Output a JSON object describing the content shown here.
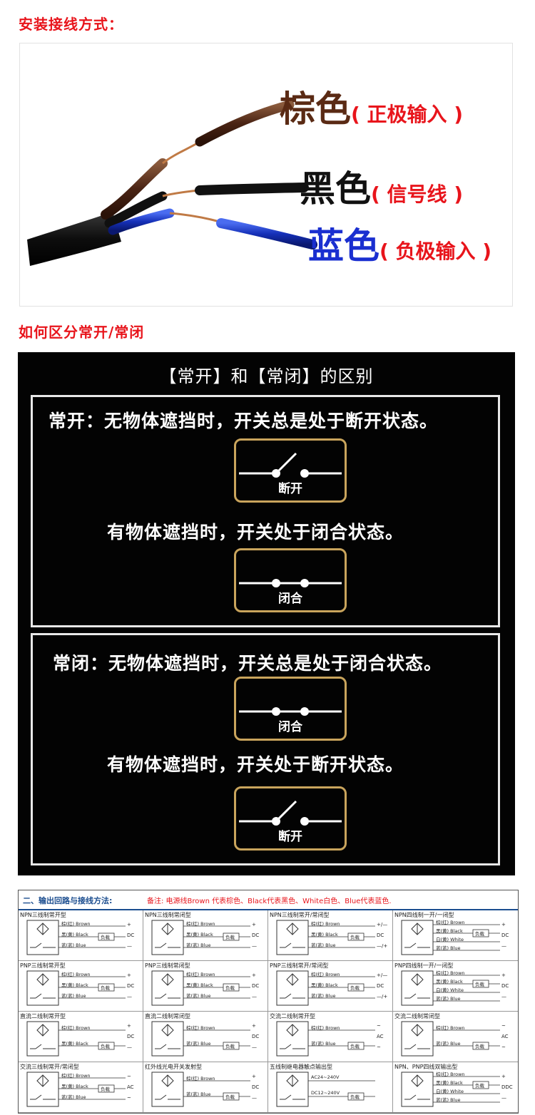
{
  "install": {
    "title": "安装接线方式：",
    "brown": {
      "color": "棕色",
      "desc": "( 正极输入 )"
    },
    "black": {
      "color": "黑色",
      "desc": "( 信号线 )"
    },
    "blue": {
      "color": "蓝色",
      "desc": "( 负极输入 )"
    }
  },
  "distinguish": {
    "title": "如何区分常开/常闭",
    "panel_title": "【常开】和【常闭】的区别",
    "no": {
      "line1": "常开：无物体遮挡时，开关总是处于断开状态。",
      "state1": "断开",
      "line2": "有物体遮挡时，开关处于闭合状态。",
      "state2": "闭合"
    },
    "nc": {
      "line1": "常闭：无物体遮挡时，开关总是处于闭合状态。",
      "state1": "闭合",
      "line2": "有物体遮挡时，开关处于断开状态。",
      "state2": "断开"
    }
  },
  "wiring": {
    "heading": "二、输出回路与接线方法:",
    "note": "备注: 电源线Brown 代表棕色、Black代表黑色、White白色、Blue代表蓝色.",
    "cells": [
      {
        "title": "NPN三线制常开型",
        "wires": [
          "棕(红) Brown",
          "黑(黄) Black",
          "蓝(蓝) Blue"
        ],
        "symbols": [
          "+",
          "DC",
          "—"
        ]
      },
      {
        "title": "NPN三线制常闭型",
        "wires": [
          "棕(红) Brown",
          "黑(黄) Black",
          "蓝(蓝) Blue"
        ],
        "symbols": [
          "+",
          "DC",
          "—"
        ]
      },
      {
        "title": "NPN三线制常开/常闭型",
        "wires": [
          "棕(红) Brown",
          "黑(黄) Black",
          "蓝(蓝) Blue"
        ],
        "symbols": [
          "+/—",
          "DC",
          "—/+"
        ]
      },
      {
        "title": "NPN四线制一开/一闭型",
        "wires": [
          "棕(红) Brown",
          "黑(黄) Black",
          "白(黄) White",
          "蓝(蓝) Blue"
        ],
        "symbols": [
          "+",
          "DC",
          "—"
        ]
      },
      {
        "title": "PNP三线制常开型",
        "wires": [
          "棕(红) Brown",
          "黑(黄) Black",
          "蓝(蓝) Blue"
        ],
        "symbols": [
          "+",
          "DC",
          "—"
        ]
      },
      {
        "title": "PNP三线制常闭型",
        "wires": [
          "棕(红) Brown",
          "黑(黄) Black",
          "蓝(蓝) Blue"
        ],
        "symbols": [
          "+",
          "DC",
          "—"
        ]
      },
      {
        "title": "PNP三线制常开/常闭型",
        "wires": [
          "棕(红) Brown",
          "黑(黄) Black",
          "蓝(蓝) Blue"
        ],
        "symbols": [
          "+/—",
          "DC",
          "—/+"
        ]
      },
      {
        "title": "PNP四线制一开/一闭型",
        "wires": [
          "棕(红) Brown",
          "黑(黄) Black",
          "白(黄) White",
          "蓝(蓝) Blue"
        ],
        "symbols": [
          "+",
          "DC",
          "—"
        ]
      },
      {
        "title": "直流二线制常开型",
        "wires": [
          "棕(红) Brown",
          "黑(黄) Black"
        ],
        "symbols": [
          "+",
          "DC",
          "—"
        ]
      },
      {
        "title": "直流二线制常闭型",
        "wires": [
          "棕(红) Brown",
          "蓝(蓝) Blue"
        ],
        "symbols": [
          "+",
          "DC",
          "—"
        ]
      },
      {
        "title": "交流二线制常开型",
        "wires": [
          "棕(红) Brown",
          "蓝(蓝) Blue"
        ],
        "symbols": [
          "~",
          "AC",
          "~"
        ]
      },
      {
        "title": "交流二线制常闭型",
        "wires": [
          "棕(红) Brown",
          "蓝(蓝) Blue"
        ],
        "symbols": [
          "~",
          "AC",
          "~"
        ]
      },
      {
        "title": "交流三线制常开/常闭型",
        "wires": [
          "棕(红) Brown",
          "黑(黄) Black",
          "蓝(蓝) Blue"
        ],
        "symbols": [
          "~",
          "AC",
          "~"
        ]
      },
      {
        "title": "红外线光电开关发射型",
        "wires": [
          "棕(红) Brown",
          "蓝(蓝) Blue"
        ],
        "symbols": [
          "+",
          "DC",
          "—"
        ]
      },
      {
        "title": "五线制继电器触点输出型",
        "wires": [
          "AC24~240V",
          "DC12~240V"
        ],
        "symbols": [
          "",
          "",
          ""
        ]
      },
      {
        "title": "NPN、PNP四线双输出型",
        "wires": [
          "棕(红) Brown",
          "黑(黄) Black",
          "白(黄) White",
          "蓝(蓝) Blue"
        ],
        "symbols": [
          "+",
          "DDC",
          "—"
        ]
      }
    ],
    "load_label": "负载"
  }
}
